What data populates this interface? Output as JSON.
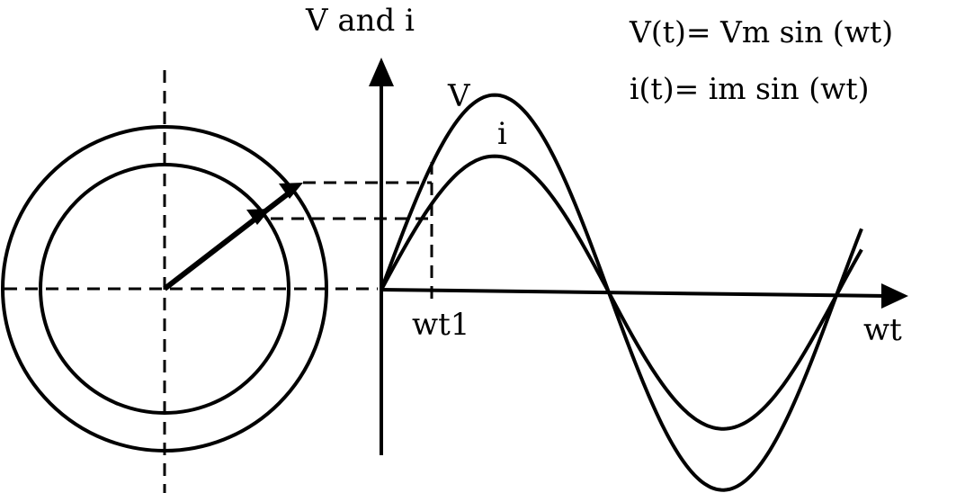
{
  "axis_labels": {
    "y": "V and i",
    "x": "wt",
    "tick": "wt1"
  },
  "curve_labels": {
    "v": "V",
    "i": "i"
  },
  "equations": {
    "v": "V(t)= Vm sin (wt)",
    "i": "i(t)= im sin (wt)"
  }
}
